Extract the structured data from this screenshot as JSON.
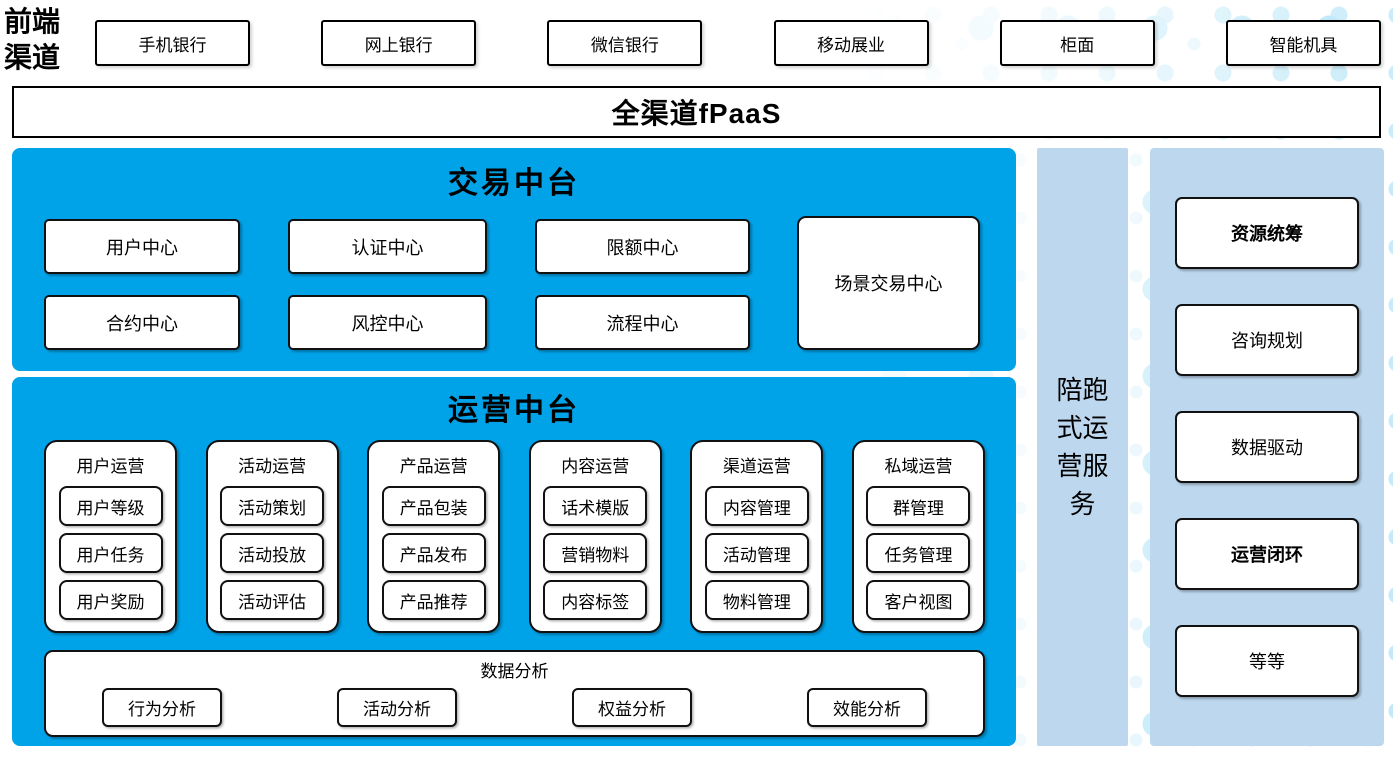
{
  "colors": {
    "accent_blue": "#00a2e8",
    "light_blue": "#bdd7ee",
    "dot_blue_light": "#d9f1fb",
    "dot_blue_mid": "#c2e9f8",
    "dot_blue_deep": "#ade2f7"
  },
  "front_channels": {
    "label": "前端渠道",
    "items": [
      "手机银行",
      "网上银行",
      "微信银行",
      "移动展业",
      "柜面",
      "智能机具"
    ]
  },
  "fpaas_bar": {
    "label": "全渠道fPaaS"
  },
  "transaction_platform": {
    "title": "交易中台",
    "row1": [
      "用户中心",
      "认证中心",
      "限额中心"
    ],
    "row2": [
      "合约中心",
      "风控中心",
      "流程中心"
    ],
    "side_box": "场景交易中心"
  },
  "operation_platform": {
    "title": "运营中台",
    "groups": [
      {
        "label": "用户运营",
        "items": [
          "用户等级",
          "用户任务",
          "用户奖励"
        ]
      },
      {
        "label": "活动运营",
        "items": [
          "活动策划",
          "活动投放",
          "活动评估"
        ]
      },
      {
        "label": "产品运营",
        "items": [
          "产品包装",
          "产品发布",
          "产品推荐"
        ]
      },
      {
        "label": "内容运营",
        "items": [
          "话术模版",
          "营销物料",
          "内容标签"
        ]
      },
      {
        "label": "渠道运营",
        "items": [
          "内容管理",
          "活动管理",
          "物料管理"
        ]
      },
      {
        "label": "私域运营",
        "items": [
          "群管理",
          "任务管理",
          "客户视图"
        ]
      }
    ],
    "analysis": {
      "label": "数据分析",
      "items": [
        "行为分析",
        "活动分析",
        "权益分析",
        "效能分析"
      ]
    }
  },
  "side_service": {
    "label": "陪跑式运营服务"
  },
  "service_panel": {
    "items": [
      {
        "label": "资源统筹",
        "emphasis": true
      },
      {
        "label": "咨询规划",
        "emphasis": false
      },
      {
        "label": "数据驱动",
        "emphasis": false
      },
      {
        "label": "运营闭环",
        "emphasis": true
      },
      {
        "label": "等等",
        "emphasis": false
      }
    ]
  }
}
